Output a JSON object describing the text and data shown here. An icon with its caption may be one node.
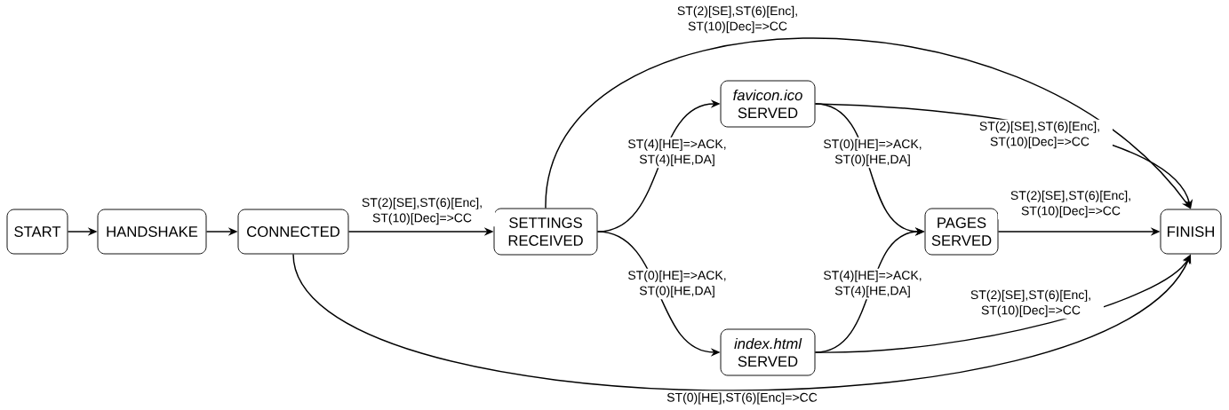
{
  "diagram": {
    "nodes": [
      {
        "text": [
          "START"
        ]
      },
      {
        "text": [
          "HANDSHAKE"
        ]
      },
      {
        "text": [
          "CONNECTED"
        ]
      },
      {
        "text": [
          "SETTINGS RECEIVED"
        ]
      },
      {
        "text": [
          "favicon.ico",
          "SERVED"
        ]
      },
      {
        "text": [
          "index.html",
          "SERVED"
        ]
      },
      {
        "text": [
          "PAGES SERVED"
        ]
      },
      {
        "text": [
          "FINISH"
        ]
      }
    ],
    "edges": [
      {
        "from": 0,
        "to": 1,
        "arrow": "to"
      },
      {
        "from": 1,
        "to": 2,
        "arrow": "to"
      },
      {
        "from": 2,
        "to": 3,
        "arrow": "to",
        "label": "ST(2)[SE],ST(6)[Enc], ST(10)[Dec]=>CC"
      },
      {
        "from": 2,
        "to": 7,
        "arrow": "to",
        "label": "ST(0)[HE],ST(6)[Enc]=>CC"
      },
      {
        "from": 3,
        "to": 7,
        "arrow": "to",
        "label": "ST(2)[SE],ST(6)[Enc], ST(10)[Dec]=>CC"
      },
      {
        "from": 3,
        "to": 4,
        "arrow": "to",
        "label": "ST(4)[HE]=>ACK, ST(4)[HE,DA]"
      },
      {
        "from": 3,
        "to": 5,
        "arrow": "to",
        "label": "ST(0)[HE]=>ACK, ST(0)[HE,DA]"
      },
      {
        "from": 4,
        "to": 6,
        "arrow": "to",
        "label": "ST(0)[HE]=>ACK, ST(0)[HE,DA]"
      },
      {
        "from": 5,
        "to": 6,
        "arrow": "to",
        "label": "ST(4)[HE]=>ACK, ST(4)[HE,DA]"
      },
      {
        "from": 4,
        "to": 7,
        "arrow": "to",
        "label": "ST(2)[SE],ST(6)[Enc], ST(10)[Dec]=>CC"
      },
      {
        "from": 6,
        "to": 7,
        "arrow": "to",
        "label": "ST(2)[SE],ST(6)[Enc], ST(10)[Dec]=>CC"
      },
      {
        "from": 5,
        "to": 7,
        "arrow": "to",
        "label": "ST(2)[SE],ST(6)[Enc], ST(10)[Dec]=>CC"
      }
    ]
  }
}
